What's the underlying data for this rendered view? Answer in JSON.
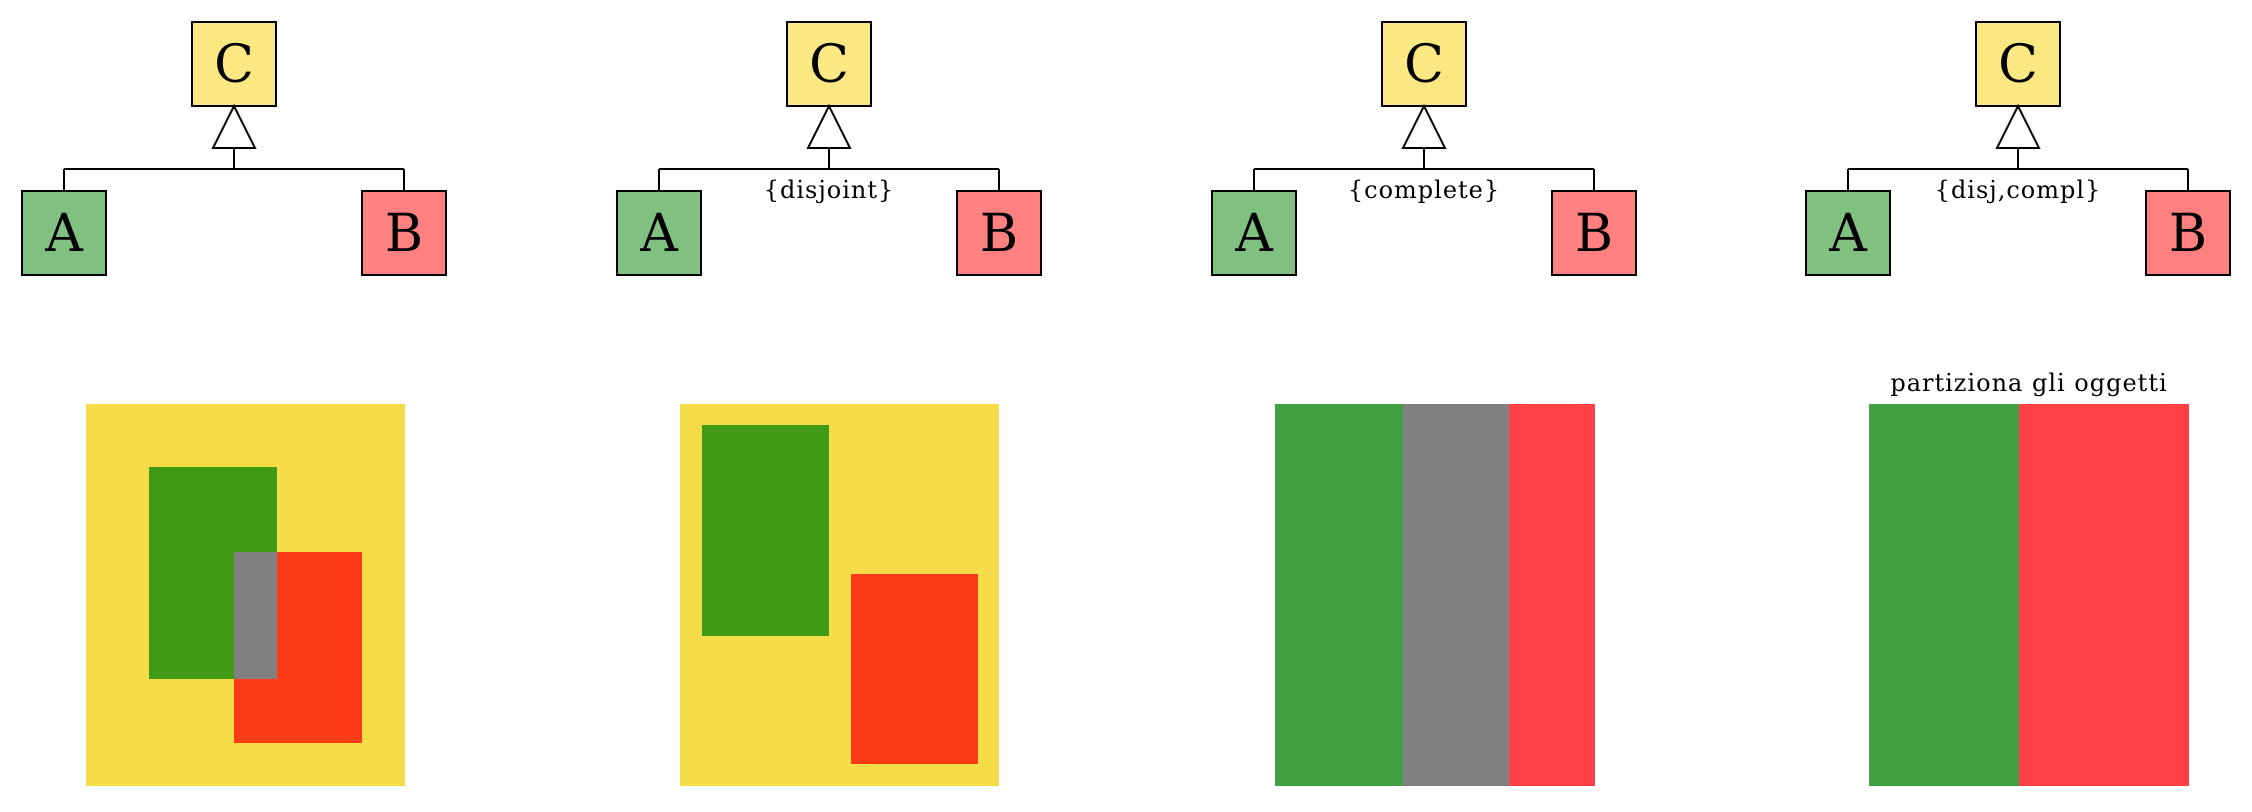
{
  "colors": {
    "superclass_fill": "#FCE883",
    "subclass_a_fill": "#80C080",
    "subclass_b_fill": "#FF8080",
    "line": "#000000",
    "set_universe": "#F5DC48",
    "set_a": "#419A13",
    "set_b": "#FF3A17",
    "set_overlap": "#808080",
    "stripe_a": "#41A041",
    "stripe_b": "#FF4146"
  },
  "diagrams": [
    {
      "superclass": "C",
      "sub_a": "A",
      "sub_b": "B",
      "constraint": ""
    },
    {
      "superclass": "C",
      "sub_a": "A",
      "sub_b": "B",
      "constraint": "{disjoint}"
    },
    {
      "superclass": "C",
      "sub_a": "A",
      "sub_b": "B",
      "constraint": "{complete}"
    },
    {
      "superclass": "C",
      "sub_a": "A",
      "sub_b": "B",
      "constraint": "{disj,compl}"
    }
  ],
  "illustrations": {
    "partition_caption": "partiziona gli oggetti"
  }
}
